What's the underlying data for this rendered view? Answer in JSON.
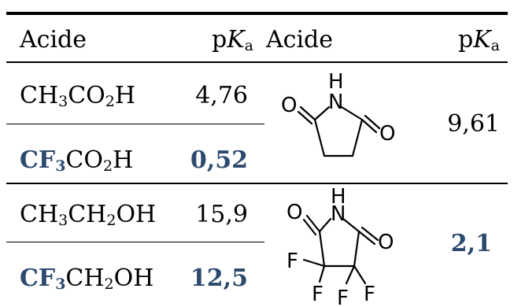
{
  "header": {
    "col1": "Acide",
    "col2_p": "p",
    "col2_K": "K",
    "col2_sub": "a",
    "col3": "Acide",
    "col4_p": "p",
    "col4_K": "K",
    "col4_sub": "a"
  },
  "rows": [
    {
      "acid_a": "CH",
      "acid_sub1": "3",
      "acid_b": "CO",
      "acid_sub2": "2",
      "acid_c": "H",
      "pka": "4,76"
    },
    {
      "acid_a": "CF",
      "acid_sub1": "3",
      "acid_b": "CO",
      "acid_sub2": "2",
      "acid_c": "H",
      "pka": "0,52"
    },
    {
      "acid_a": "CH",
      "acid_sub1": "3",
      "acid_b": "CH",
      "acid_sub2": "2",
      "acid_c": "OH",
      "pka": "15,9"
    },
    {
      "acid_a": "CF",
      "acid_sub1": "3",
      "acid_b": "CH",
      "acid_sub2": "2",
      "acid_c": "OH",
      "pka": "12,5"
    }
  ],
  "molecules": [
    {
      "atoms": {
        "o1": "O",
        "h": "H",
        "n": "N",
        "o2": "O"
      },
      "pka": "9,61"
    },
    {
      "atoms": {
        "o1": "O",
        "h": "H",
        "n": "N",
        "o2": "O",
        "f1": "F",
        "f2": "F",
        "f3": "F",
        "f4": "F"
      },
      "pka": "2,1"
    }
  ],
  "colors": {
    "highlight": "#2c4a6e",
    "text": "#000000"
  }
}
